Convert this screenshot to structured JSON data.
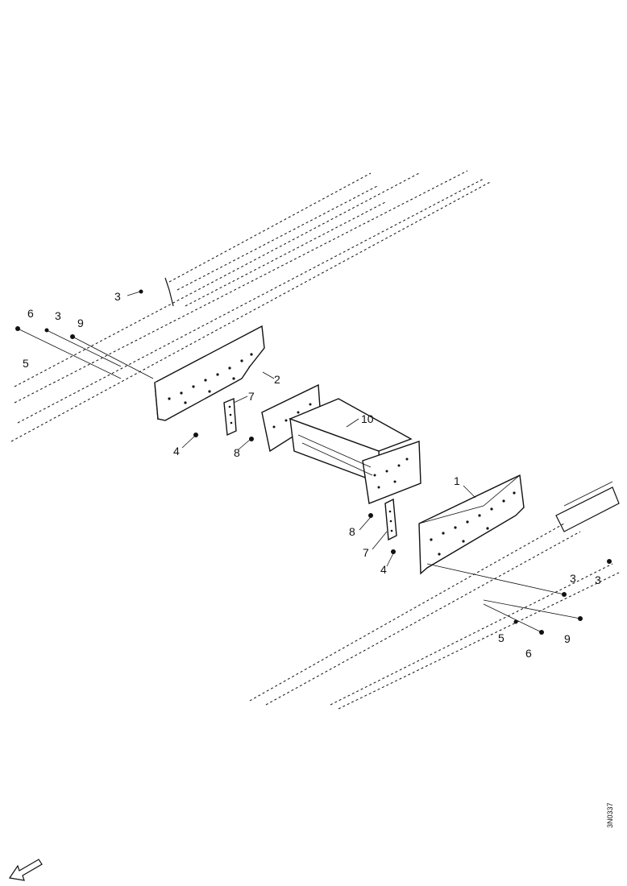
{
  "callouts": {
    "c1": "1",
    "c2": "2",
    "c3a": "3",
    "c3b": "3",
    "c3c": "3",
    "c3d": "3",
    "c4a": "4",
    "c4b": "4",
    "c5a": "5",
    "c5b": "5",
    "c6a": "6",
    "c6b": "6",
    "c7a": "7",
    "c7b": "7",
    "c8a": "8",
    "c8b": "8",
    "c9a": "9",
    "c9b": "9",
    "c10": "10"
  },
  "reference_code": "3N0337",
  "direction_arrow_icon": "forward-direction-arrow-icon"
}
